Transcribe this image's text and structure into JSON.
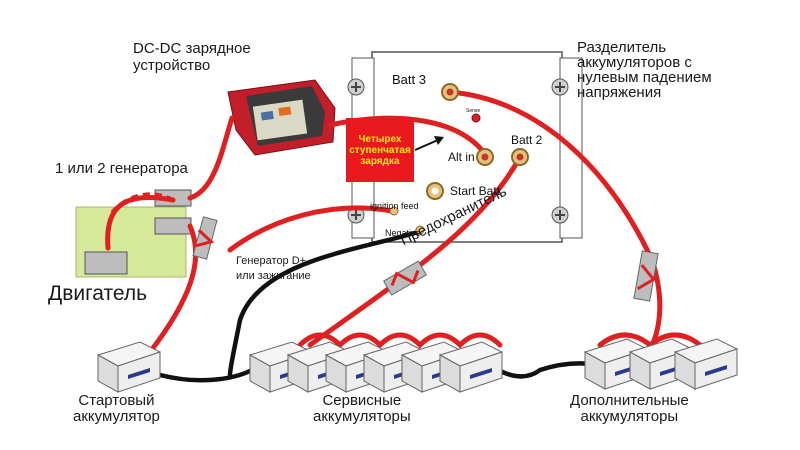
{
  "labels": {
    "dcdc_line1": "DC-DC зарядное",
    "dcdc_line2": "устройство",
    "splitter_line1": "Разделитель",
    "splitter_line2": "аккумуляторов с",
    "splitter_line3": "нулевым падением",
    "splitter_line4": "напряжения",
    "generators": "1 или 2 генератора",
    "engine": "Двигатель",
    "dplus_line1": "Генератор D+",
    "dplus_line2": "или зажигание",
    "fuse": "Предохранитель",
    "start_line1": "Стартовый",
    "start_line2": "аккумулятор",
    "service_line1": "Сервисные",
    "service_line2": "аккумуляторы",
    "extra_line1": "Дополнительные",
    "extra_line2": "аккумуляторы"
  },
  "terminals": {
    "batt3": "Batt 3",
    "batt2": "Batt 2",
    "alt_in": "Alt in",
    "start_batt": "Start Batt",
    "ignition": "ignition feed",
    "negative": "Negative",
    "sense": "Sense"
  },
  "charger_note": {
    "line1": "Четырех",
    "line2": "ступенчатая",
    "line3": "зарядка"
  },
  "colors": {
    "wire_positive": "#e02020",
    "wire_negative": "#111111",
    "note_bg": "#e8181e",
    "note_text": "#ffee00",
    "engine_block": "#d6e89a",
    "charger_body": "#c21f2a",
    "battery_body": "#eeeeee",
    "battery_stripe": "#2a3a8c"
  }
}
